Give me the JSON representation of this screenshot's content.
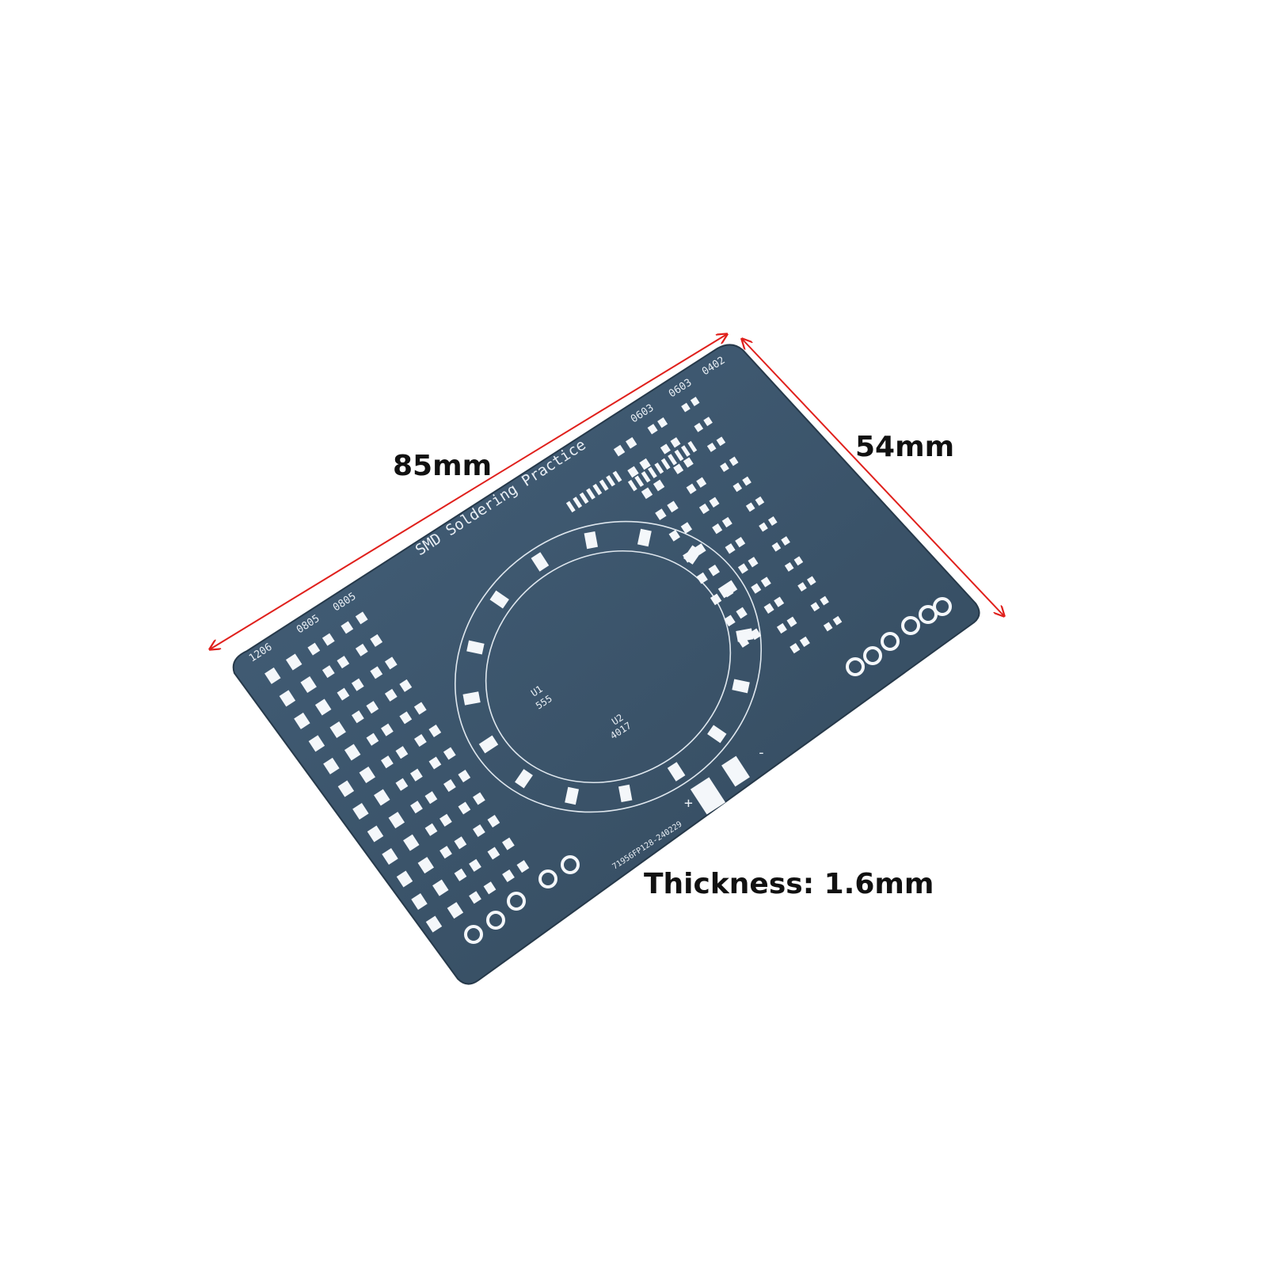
{
  "dimensions": {
    "length": "85mm",
    "width": "54mm",
    "thickness": "Thickness: 1.6mm"
  },
  "board": {
    "title": "SMD Soldering Practice",
    "part_number": "71956FP128-240229",
    "column_sizes": [
      "1206",
      "0805",
      "0805",
      "0603",
      "0603",
      "0402"
    ],
    "ic_labels": [
      "U1",
      "555",
      "U2",
      "4017"
    ],
    "polarity": [
      "+",
      "-"
    ]
  },
  "colors": {
    "pcb": "#3a5468",
    "pcb_edge": "#2c4254",
    "pad": "#f4f7fa",
    "arrow": "#e0201c"
  }
}
